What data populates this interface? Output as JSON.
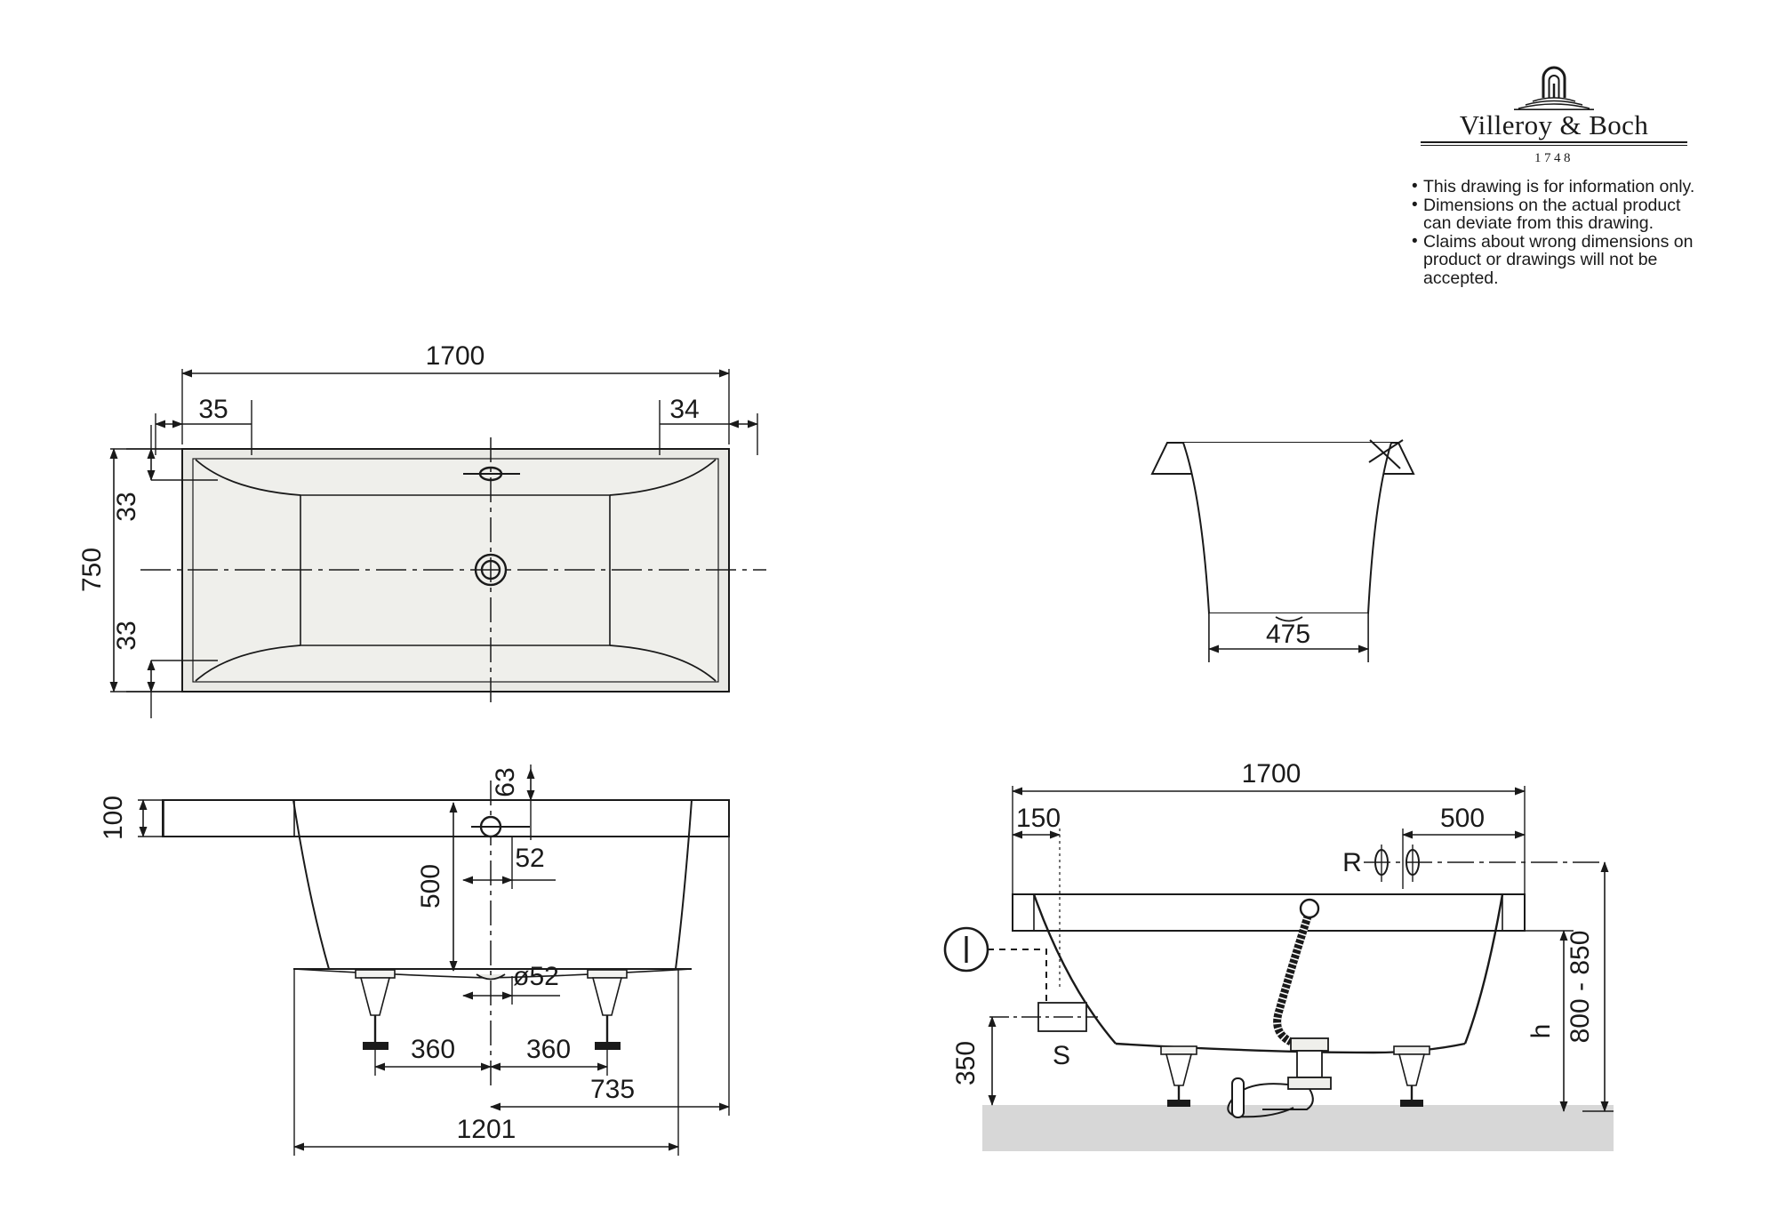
{
  "brand": {
    "name": "Villeroy & Boch",
    "year": "1748",
    "logo_icon": "fountain-logo-icon"
  },
  "disclaimer": {
    "items": [
      [
        "This drawing is for information only."
      ],
      [
        "Dimensions on the actual product",
        "can deviate from this drawing."
      ],
      [
        "Claims about wrong dimensions on",
        "product or drawings will not be",
        "accepted."
      ]
    ]
  },
  "views": {
    "plan": {
      "name": "top-plan-view",
      "dimensions": {
        "overall_length": "1700",
        "overall_width": "750",
        "left_inset": "35",
        "right_inset": "34",
        "top_rim": "33",
        "bottom_rim": "33"
      }
    },
    "end": {
      "name": "end-elevation-view",
      "dimensions": {
        "base_width": "475"
      }
    },
    "section": {
      "name": "front-section-view",
      "dimensions": {
        "rim_height": "100",
        "overflow_offset": "63",
        "overflow_height": "500",
        "overflow_to_centre": "52",
        "drain_diameter": "ø52",
        "foot_left": "360",
        "foot_right": "360",
        "right_edge": "735",
        "total_base": "1201"
      }
    },
    "installation": {
      "name": "installation-view",
      "dimensions": {
        "overall_length": "1700",
        "left_offset": "150",
        "right_offset": "500",
        "floor_height": "350",
        "height_label": "h",
        "height_range": "800 - 850"
      },
      "labels": {
        "supply_symbol": "I",
        "socket": "S",
        "waste_connection": "R"
      }
    }
  },
  "colors": {
    "line": "#1a1a1a",
    "tub_fill": "#efefeb",
    "rim_fill": "#e4e4e0",
    "floor": "#d7d7d7"
  }
}
